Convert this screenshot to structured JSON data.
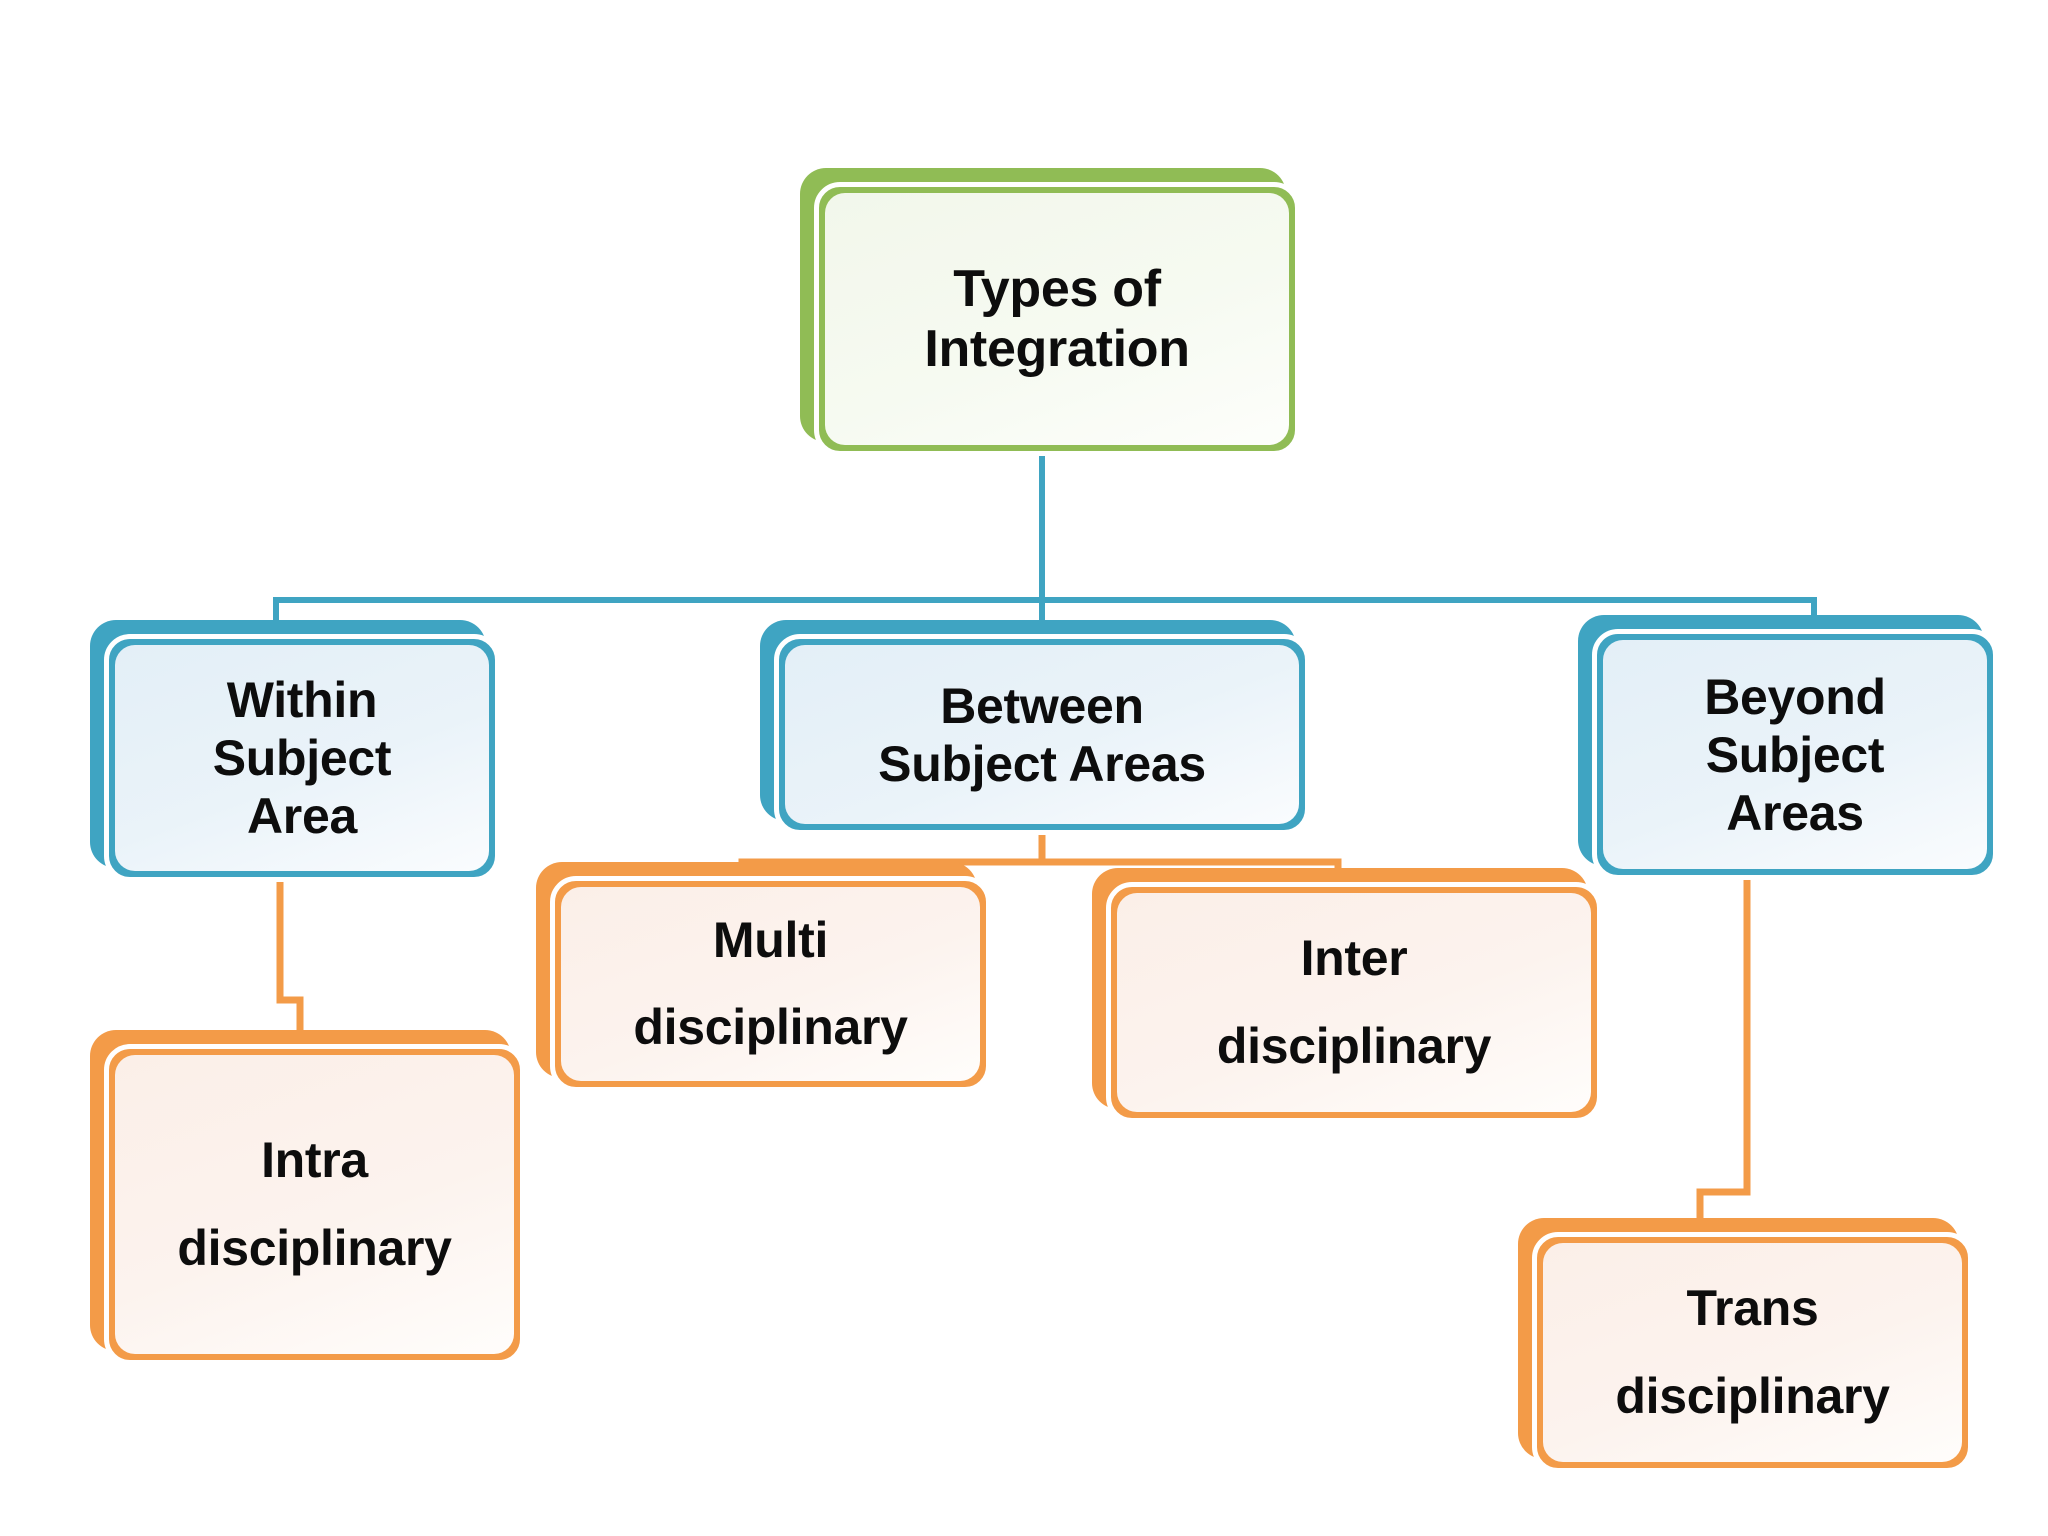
{
  "diagram": {
    "title": "Types of Integration",
    "colors": {
      "green": "#90BC55",
      "teal": "#3FA4C2",
      "orange": "#F39B48",
      "green_fill": "#F4F8EE",
      "teal_fill": "#EAF3F9",
      "orange_fill": "#FBF2EC",
      "background": "#FFFFFF",
      "text": "#0D0D0D"
    },
    "nodes": {
      "root": {
        "label": "Types of\nIntegration",
        "line1": "Types of",
        "line2": "Integration",
        "color": "green"
      },
      "within": {
        "label": "Within Subject Area",
        "line1": "Within",
        "line2": "Subject",
        "line3": "Area",
        "color": "teal"
      },
      "between": {
        "label": "Between Subject Areas",
        "line1": "Between",
        "line2": "Subject Areas",
        "color": "teal"
      },
      "beyond": {
        "label": "Beyond Subject Areas",
        "line1": "Beyond",
        "line2": "Subject",
        "line3": "Areas",
        "color": "teal"
      },
      "intra": {
        "label": "Intra disciplinary",
        "line1": "Intra",
        "line2": "disciplinary",
        "color": "orange"
      },
      "multi": {
        "label": "Multi disciplinary",
        "line1": "Multi",
        "line2": "disciplinary",
        "color": "orange"
      },
      "inter": {
        "label": "Inter disciplinary",
        "line1": "Inter",
        "line2": "disciplinary",
        "color": "orange"
      },
      "trans": {
        "label": "Trans disciplinary",
        "line1": "Trans",
        "line2": "disciplinary",
        "color": "orange"
      }
    },
    "edges": [
      {
        "from": "root",
        "to": "within",
        "color": "#3FA4C2"
      },
      {
        "from": "root",
        "to": "between",
        "color": "#3FA4C2"
      },
      {
        "from": "root",
        "to": "beyond",
        "color": "#3FA4C2"
      },
      {
        "from": "within",
        "to": "intra",
        "color": "#F39B48"
      },
      {
        "from": "between",
        "to": "multi",
        "color": "#F39B48"
      },
      {
        "from": "between",
        "to": "inter",
        "color": "#F39B48"
      },
      {
        "from": "beyond",
        "to": "trans",
        "color": "#F39B48"
      }
    ]
  }
}
